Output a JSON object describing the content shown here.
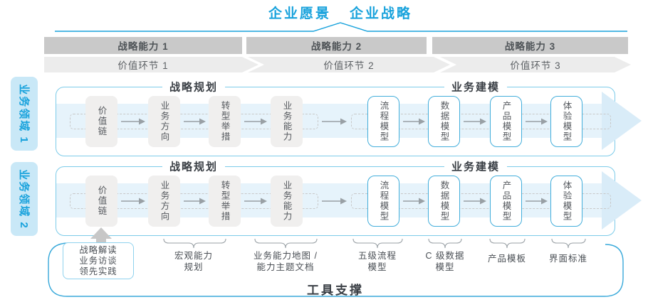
{
  "colors": {
    "accent": "#18a2dc",
    "frame_border": "#7ccbe9",
    "box_border": "#43aedb",
    "big_border": "#39a9da",
    "practice_border": "#8fd2ee",
    "sidebar_fill": "#c9e8f7",
    "bar_fill": "#c9c9c9",
    "chevron_fill": "#ececec",
    "box_fill": "#f0efee",
    "band_fill": "#e6f3fb",
    "band_arrow": "#d9ecf8",
    "dashed": "#c8c8c8",
    "arrow": "#99a0a5",
    "up_arrow": "#c7c7c7",
    "heading_text": "#3a3f45",
    "bar_text": "#4e5357",
    "chev_text": "#5d6165",
    "box_text": "#55595e",
    "anno_text": "#4a4f55"
  },
  "title": {
    "vision": "企业愿景",
    "strategy": "企业战略"
  },
  "capability_bars": [
    "战略能力 1",
    "战略能力 2",
    "战略能力 3"
  ],
  "value_links": [
    "价值环节 1",
    "价值环节 2",
    "价值环节 3"
  ],
  "domains": [
    "业务领域 1",
    "业务领域 2"
  ],
  "row_headers": {
    "planning": "战略规划",
    "modeling": "业务建模"
  },
  "rows": [
    {
      "domain": "业务领域 1",
      "boxes": [
        {
          "name": "value-chain-box",
          "label": "价值链",
          "variant": "gray"
        },
        {
          "name": "business-direction-box",
          "label": "业务方向",
          "variant": "gray"
        },
        {
          "name": "transformation-initiatives-box",
          "label": "转型举措",
          "variant": "gray"
        },
        {
          "name": "business-capability-box",
          "label": "业务能力",
          "variant": "gray"
        },
        {
          "name": "process-model-box",
          "label": "流程模型",
          "variant": "blue"
        },
        {
          "name": "data-model-box",
          "label": "数据模型",
          "variant": "blue"
        },
        {
          "name": "product-model-box",
          "label": "产品模型",
          "variant": "blue"
        },
        {
          "name": "experience-model-box",
          "label": "体验模型",
          "variant": "blue"
        }
      ]
    },
    {
      "domain": "业务领域 2",
      "boxes": [
        {
          "name": "value-chain-box",
          "label": "价值链",
          "variant": "gray"
        },
        {
          "name": "business-direction-box",
          "label": "业务方向",
          "variant": "gray"
        },
        {
          "name": "transformation-initiatives-box",
          "label": "转型举措",
          "variant": "gray"
        },
        {
          "name": "business-capability-box",
          "label": "业务能力",
          "variant": "gray"
        },
        {
          "name": "process-model-box",
          "label": "流程模型",
          "variant": "blue"
        },
        {
          "name": "data-model-box",
          "label": "数据模型",
          "variant": "blue"
        },
        {
          "name": "product-model-box",
          "label": "产品模型",
          "variant": "blue"
        },
        {
          "name": "experience-model-box",
          "label": "体验模型",
          "variant": "blue"
        }
      ]
    }
  ],
  "annotations": {
    "practice_lines": [
      "战略解读",
      "业务访谈",
      "领先实践"
    ],
    "labels": [
      {
        "name": "macro-capability-planning-label",
        "lines": [
          "宏观能力",
          "规划"
        ]
      },
      {
        "name": "capability-map-label",
        "lines": [
          "业务能力地图 /",
          "能力主题文档"
        ]
      },
      {
        "name": "five-level-process-model-label",
        "lines": [
          "五级流程",
          "模型"
        ]
      },
      {
        "name": "c-level-data-model-label",
        "lines": [
          "C 级数据",
          "模型"
        ]
      },
      {
        "name": "product-template-label",
        "lines": [
          "产品模板"
        ]
      },
      {
        "name": "ui-standard-label",
        "lines": [
          "界面标准"
        ]
      }
    ]
  },
  "tool_support": "工具支撑"
}
